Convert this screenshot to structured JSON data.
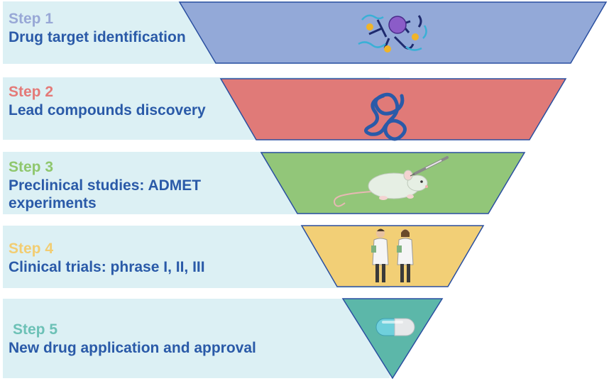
{
  "steps": [
    {
      "title": "Step 1",
      "description": "Drug target identification",
      "title_color": "#98a8d6",
      "funnel_color": "#93a9d8",
      "icon": "protein-network-icon"
    },
    {
      "title": "Step 2",
      "description": "Lead compounds discovery",
      "title_color": "#e47a78",
      "funnel_color": "#e07a78",
      "icon": "molecule-chain-icon"
    },
    {
      "title": "Step 3",
      "description": "Preclinical studies: ADMET\nexperiments",
      "title_color": "#8fc76d",
      "funnel_color": "#92c679",
      "icon": "lab-mouse-injection-icon"
    },
    {
      "title": "Step 4",
      "description": "Clinical trials: phrase I, II, III",
      "title_color": "#f2cd72",
      "funnel_color": "#f2cf76",
      "icon": "clinicians-icon"
    },
    {
      "title": "Step 5",
      "description": "New drug application and approval",
      "title_color": "#6cc1b6",
      "funnel_color": "#5cb7a9",
      "icon": "capsule-icon"
    }
  ],
  "colors": {
    "band": "#dcf0f4",
    "text": "#2a5aa8",
    "funnel_stroke": "#2a4fa0"
  }
}
